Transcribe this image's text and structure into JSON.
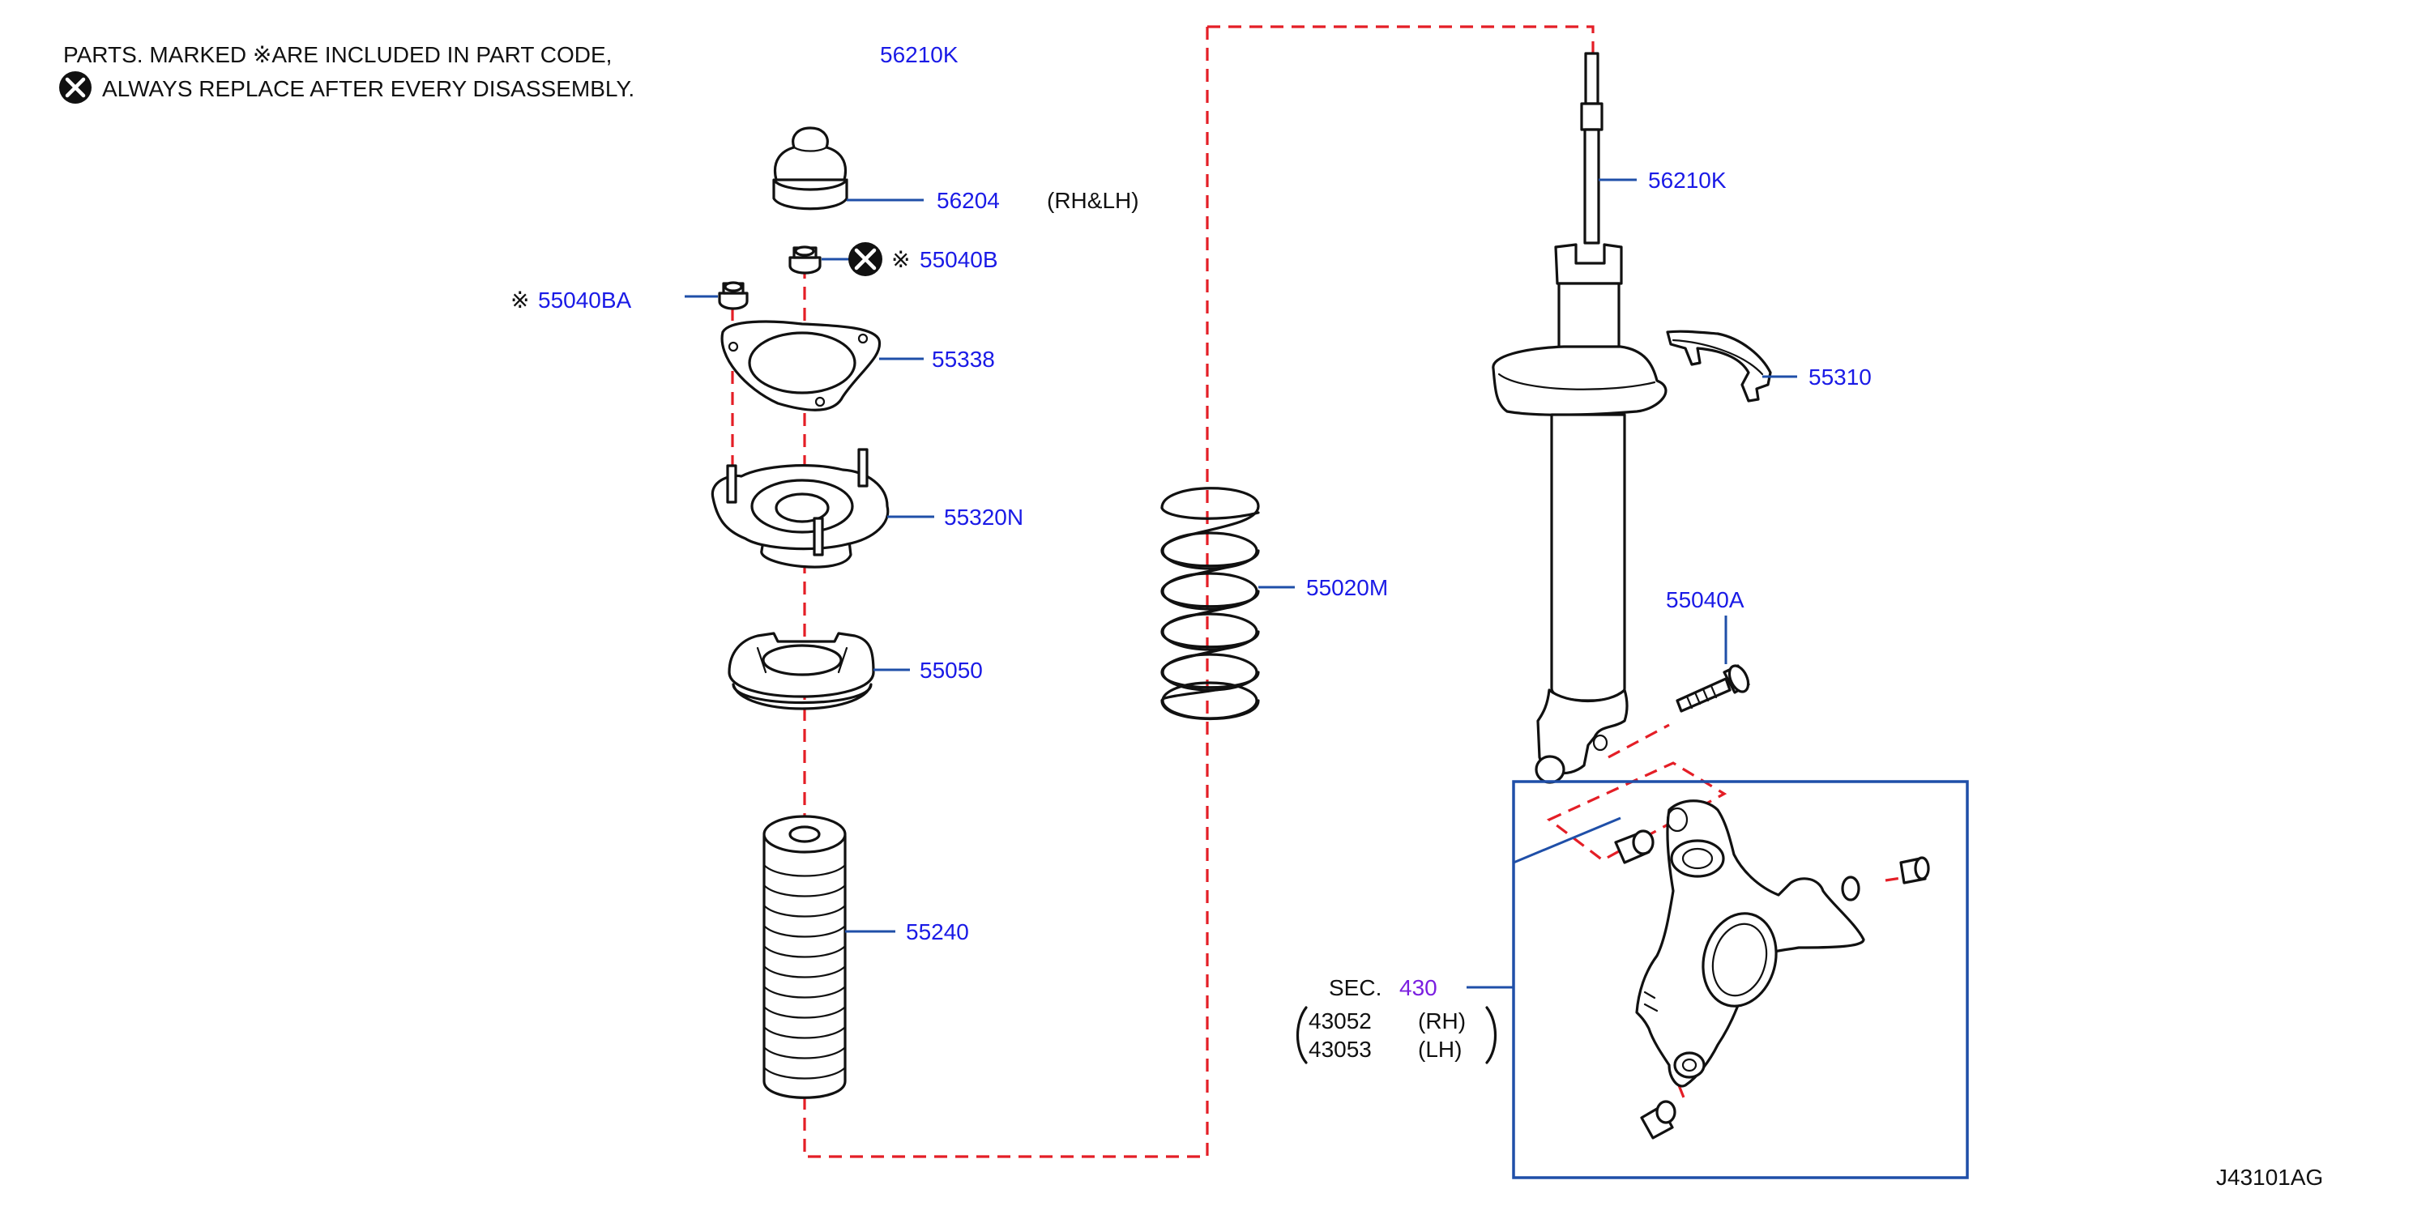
{
  "notes": {
    "line1": "PARTS.  MARKED  ※ARE  INCLUDED  IN  PART  CODE,",
    "line1_code": "56210K",
    "line2": "ALWAYS  REPLACE  AFTER  EVERY  DISASSEMBLY."
  },
  "parts": {
    "bump_stopper_top": "56204",
    "rh_lh": "(RH&LH)",
    "nut_replace": "55040B",
    "nut_left": "55040BA",
    "mark": "※",
    "insulator_plate": "55338",
    "mounting": "55320N",
    "spring_seat": "55050",
    "bound_bumper": "55240",
    "coil_spring": "55020M",
    "strut": "56210K",
    "bracket": "55310",
    "bolt": "55040A"
  },
  "section": {
    "sec_label": "SEC.",
    "sec_num": "430",
    "item1_num": "43052",
    "item1_side": "(RH)",
    "item2_num": "43053",
    "item2_side": "(LH)"
  },
  "diagram_id": "J43101AG",
  "colors": {
    "part_number_text": "#1a1ae6",
    "leader": "#1f4fa8",
    "dashed_assembly_line": "#e41e26",
    "section_number": "#7b1fe0"
  }
}
